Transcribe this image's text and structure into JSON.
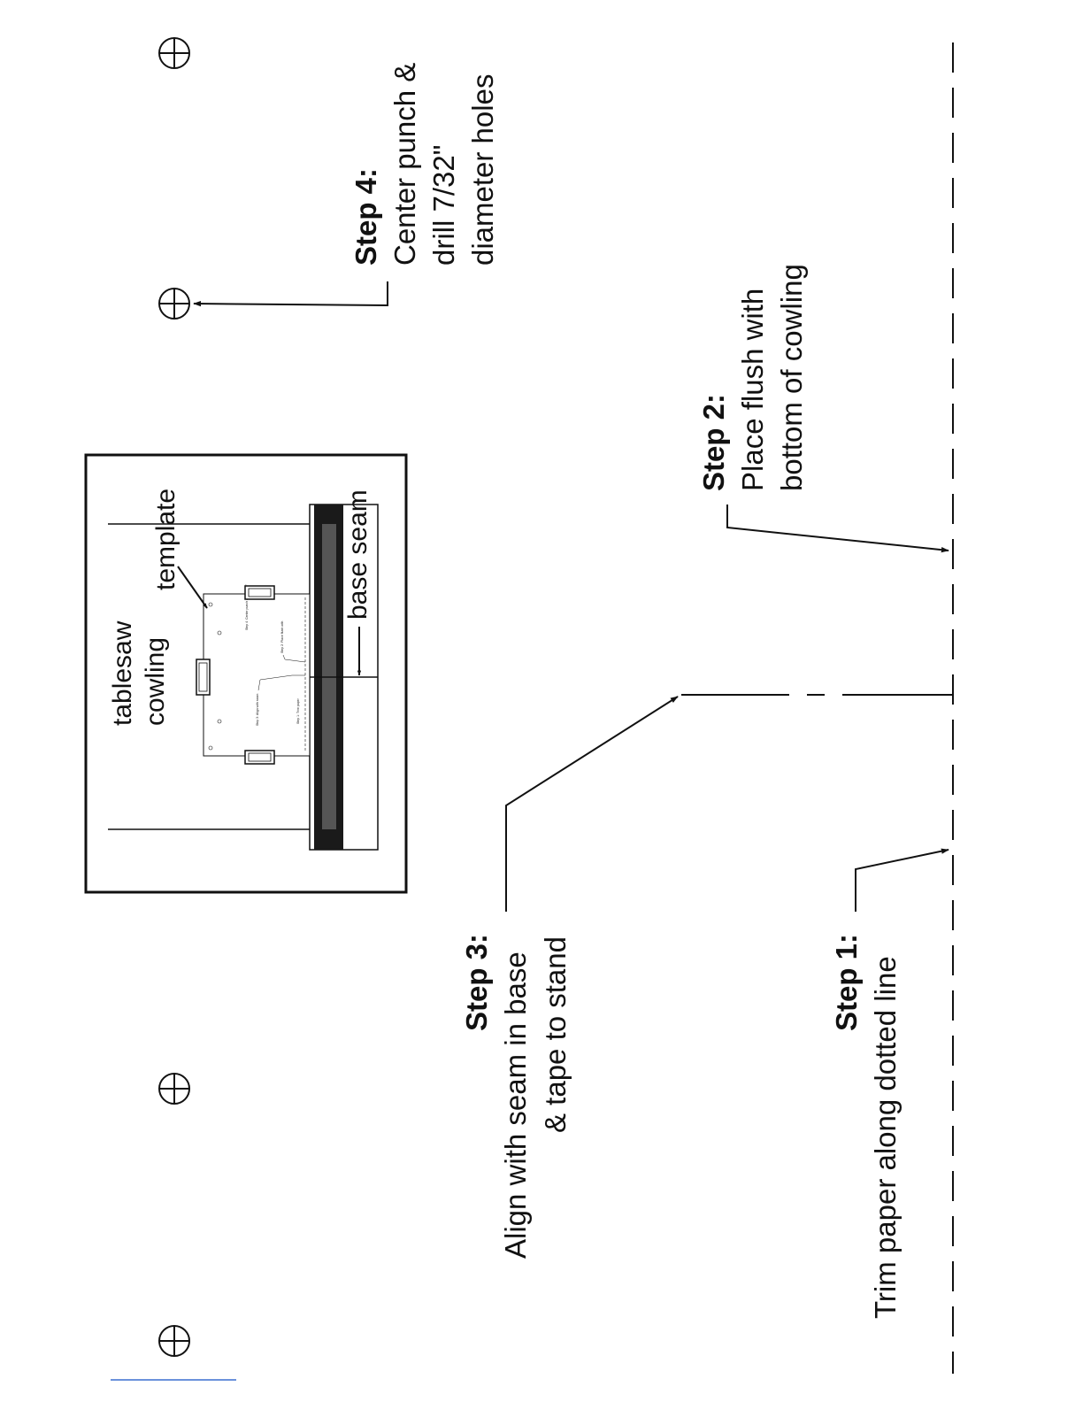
{
  "steps": {
    "step1": {
      "title": "Step 1:",
      "body": [
        "Trim paper along dotted line"
      ]
    },
    "step2": {
      "title": "Step 2:",
      "body": [
        "Place flush with",
        "bottom of cowling"
      ]
    },
    "step3": {
      "title": "Step 3:",
      "body": [
        "Align with seam in base",
        "& tape to stand"
      ]
    },
    "step4": {
      "title": "Step 4:",
      "body": [
        "Center punch &",
        "drill 7/32\"",
        "diameter holes"
      ]
    }
  },
  "inset": {
    "cowling_label": [
      "tablesaw",
      "cowling"
    ],
    "template_label": "template",
    "seam_label": "base seam"
  },
  "icons": {
    "drill_hole": "crosshair-circle-icon"
  },
  "colors": {
    "ink": "#111111",
    "stripe": "#2c2c2c",
    "link": "#3a6fd1"
  }
}
